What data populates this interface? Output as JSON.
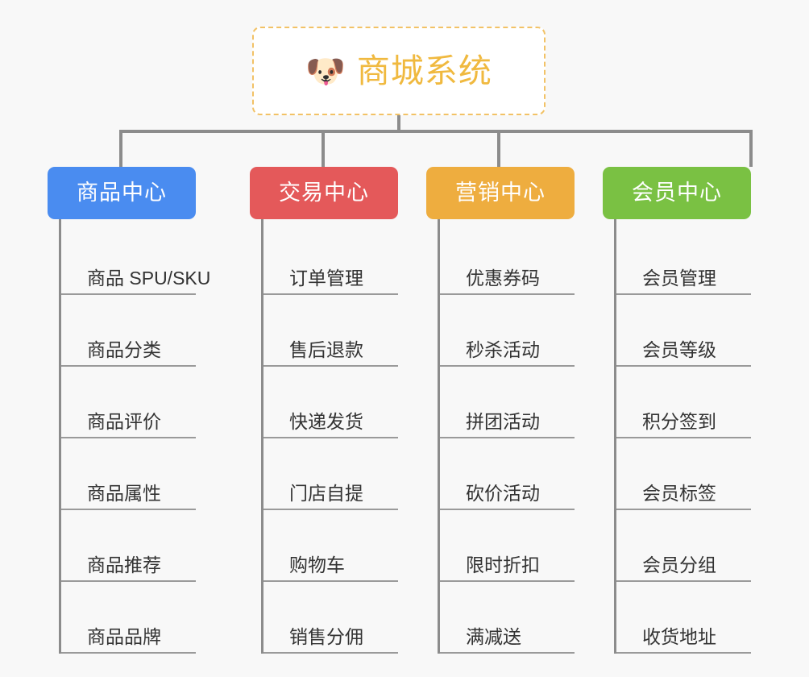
{
  "page": {
    "background_color": "#f8f8f8",
    "line_color": "#8c8c8c",
    "divider_color": "#9a9a9a"
  },
  "root": {
    "icon": "dog-face-icon",
    "icon_glyph": "🐶",
    "title": "商城系统",
    "text_color": "#f0b93f",
    "border_color": "#f2c266",
    "background": "#ffffff"
  },
  "columns": [
    {
      "header": "商品中心",
      "color": "#4a8cf0",
      "items": [
        "商品 SPU/SKU",
        "商品分类",
        "商品评价",
        "商品属性",
        "商品推荐",
        "商品品牌"
      ]
    },
    {
      "header": "交易中心",
      "color": "#e4595a",
      "items": [
        "订单管理",
        "售后退款",
        "快递发货",
        "门店自提",
        "购物车",
        "销售分佣"
      ]
    },
    {
      "header": "营销中心",
      "color": "#eead3f",
      "items": [
        "优惠券码",
        "秒杀活动",
        "拼团活动",
        "砍价活动",
        "限时折扣",
        "满减送"
      ]
    },
    {
      "header": "会员中心",
      "color": "#7ac143",
      "items": [
        "会员管理",
        "会员等级",
        "积分签到",
        "会员标签",
        "会员分组",
        "收货地址"
      ]
    }
  ]
}
